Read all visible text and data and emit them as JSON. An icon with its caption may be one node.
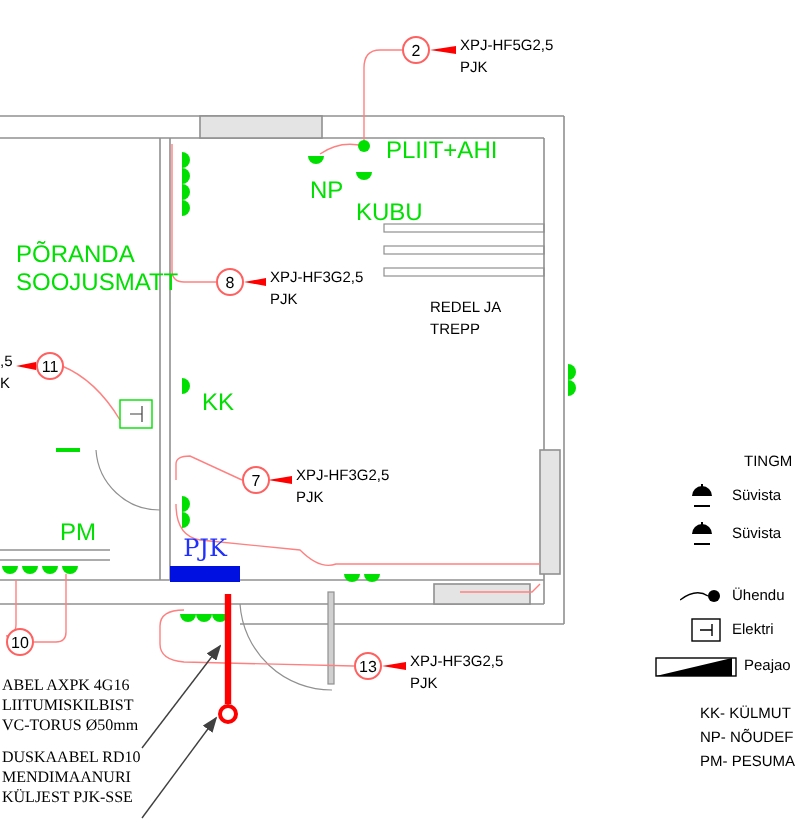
{
  "diagram": {
    "nodes": [
      {
        "text": [
          "2"
        ],
        "beside": [
          "XPJ-HF5G2,5",
          "PJK"
        ]
      },
      {
        "text": [
          "8"
        ],
        "beside": [
          "XPJ-HF3G2,5",
          "PJK"
        ]
      },
      {
        "text": [
          "11"
        ],
        "beside": [
          ",5",
          "K"
        ]
      },
      {
        "text": [
          "7"
        ],
        "beside": [
          "XPJ-HF3G2,5",
          "PJK"
        ]
      },
      {
        "text": [
          "10"
        ]
      },
      {
        "text": [
          "13"
        ],
        "beside": [
          "XPJ-HF3G2,5",
          "PJK"
        ]
      },
      {
        "text": [
          "PJK"
        ]
      },
      {
        "text": [
          "ABEL AXPK 4G16 LIITUMISKILBIST VC-TORUS Ø50mm"
        ]
      },
      {
        "text": [
          "DUSKAABEL RD10 MENDIMAANURI KÜLJEST PJK-SSE"
        ]
      },
      {
        "text": [],
        "shape": "circle"
      }
    ],
    "edges": [
      {
        "from": 7,
        "to": null,
        "arrow": "to"
      },
      {
        "from": 8,
        "to": 9,
        "arrow": "to"
      },
      {
        "from": 6,
        "to": 9,
        "arrow": "none",
        "style": "thick",
        "color": "#ff0000"
      }
    ],
    "labels": [
      "PLIIT+AHI",
      "NP",
      "KUBU",
      "PÕRANDA SOOJUSMATT",
      "REDEL JA TREPP",
      "KK",
      "PM",
      "TINGM",
      "KK- KÜLMUT",
      "NP- NÕUDEF",
      "PM- PESUMA"
    ],
    "legend": [
      {
        "text": "Süvista"
      },
      {
        "text": "Süvista"
      },
      {
        "text": "Ühendu"
      },
      {
        "text": "Elektri"
      },
      {
        "text": "Peajao"
      }
    ]
  }
}
